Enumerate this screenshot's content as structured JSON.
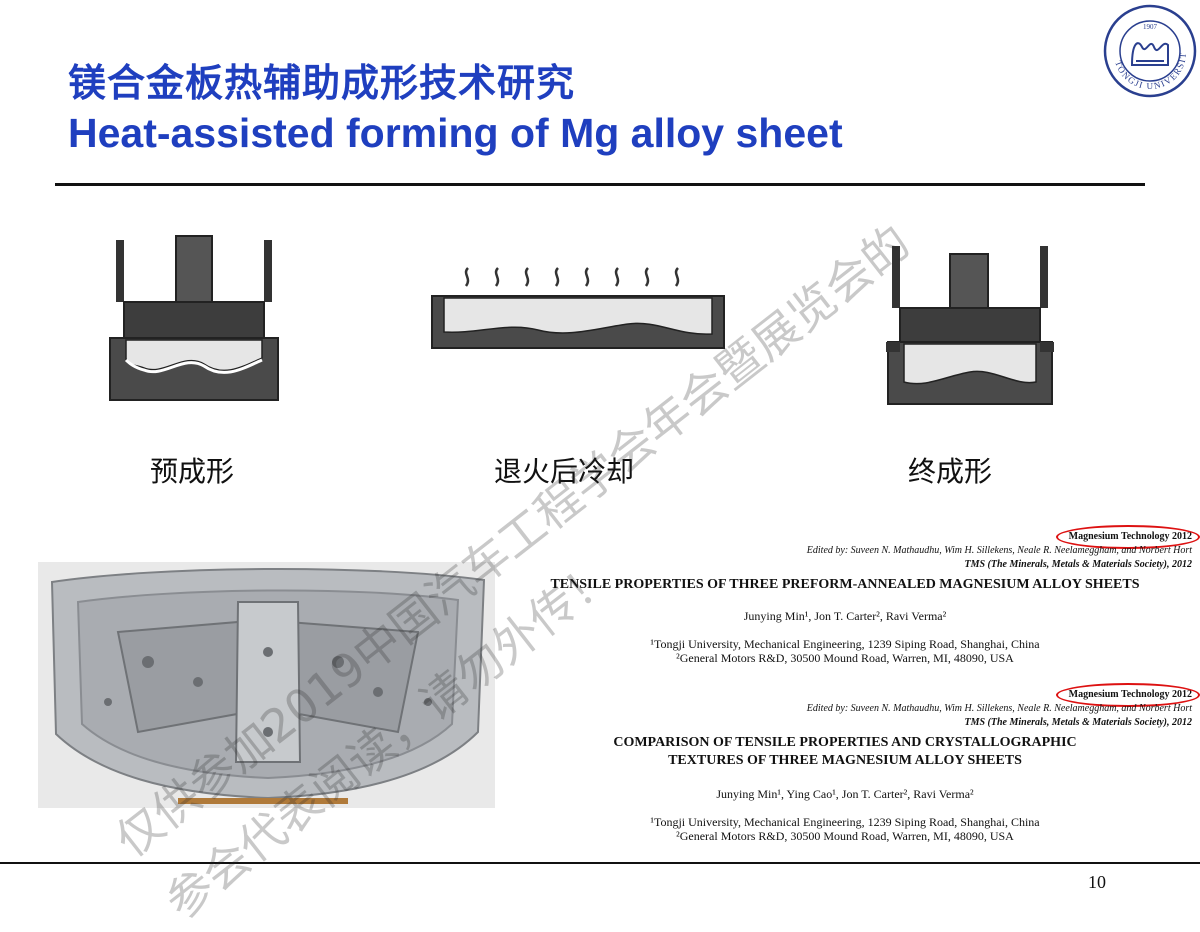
{
  "slide": {
    "title_cn": "镁合金板热辅助成形技术研究",
    "title_en": "Heat-assisted forming of Mg alloy sheet",
    "page_number": "10"
  },
  "logo": {
    "icon": "tongji-university-seal-icon",
    "year": "1907",
    "text": "TONGJI UNIVERSITY"
  },
  "stages": [
    {
      "label": "预成形",
      "icon": "preform-press-icon"
    },
    {
      "label": "退火后冷却",
      "icon": "annealing-cooling-icon"
    },
    {
      "label": "终成形",
      "icon": "final-forming-press-icon"
    }
  ],
  "photo": {
    "icon": "car-trunk-lid-inner-panel-photo"
  },
  "papers": [
    {
      "journal": "Magnesium Technology 2012",
      "editors": "Edited by: Suveen N. Mathaudhu, Wim H. Sillekens, Neale R. Neelameggham, and Norbert Hort",
      "publisher": "TMS (The Minerals, Metals & Materials Society), 2012",
      "title_lines": [
        "TENSILE PROPERTIES OF THREE PREFORM-ANNEALED MAGNESIUM ALLOY SHEETS"
      ],
      "authors": "Junying Min¹, Jon T. Carter², Ravi Verma²",
      "affiliations": [
        "¹Tongji University, Mechanical Engineering, 1239 Siping Road, Shanghai, China",
        "²General Motors R&D, 30500 Mound Road, Warren, MI, 48090, USA"
      ]
    },
    {
      "journal": "Magnesium Technology 2012",
      "editors": "Edited by: Suveen N. Mathaudhu, Wim H. Sillekens, Neale R. Neelameggham, and Norbert Hort",
      "publisher": "TMS (The Minerals, Metals & Materials Society), 2012",
      "title_lines": [
        "COMPARISON OF TENSILE PROPERTIES AND CRYSTALLOGRAPHIC",
        "TEXTURES OF THREE MAGNESIUM ALLOY SHEETS"
      ],
      "authors": "Junying Min¹, Ying Cao¹, Jon T. Carter², Ravi Verma²",
      "affiliations": [
        "¹Tongji University, Mechanical Engineering, 1239 Siping Road, Shanghai, China",
        "²General Motors R&D, 30500 Mound Road, Warren, MI, 48090, USA"
      ]
    }
  ],
  "watermark": {
    "line1": "仅供参加2019中国汽车工程学会年会暨展览会的",
    "line2": "参会代表阅读，请勿外传！"
  },
  "colors": {
    "title": "#1f3fbf",
    "highlight": "#dd1111"
  }
}
